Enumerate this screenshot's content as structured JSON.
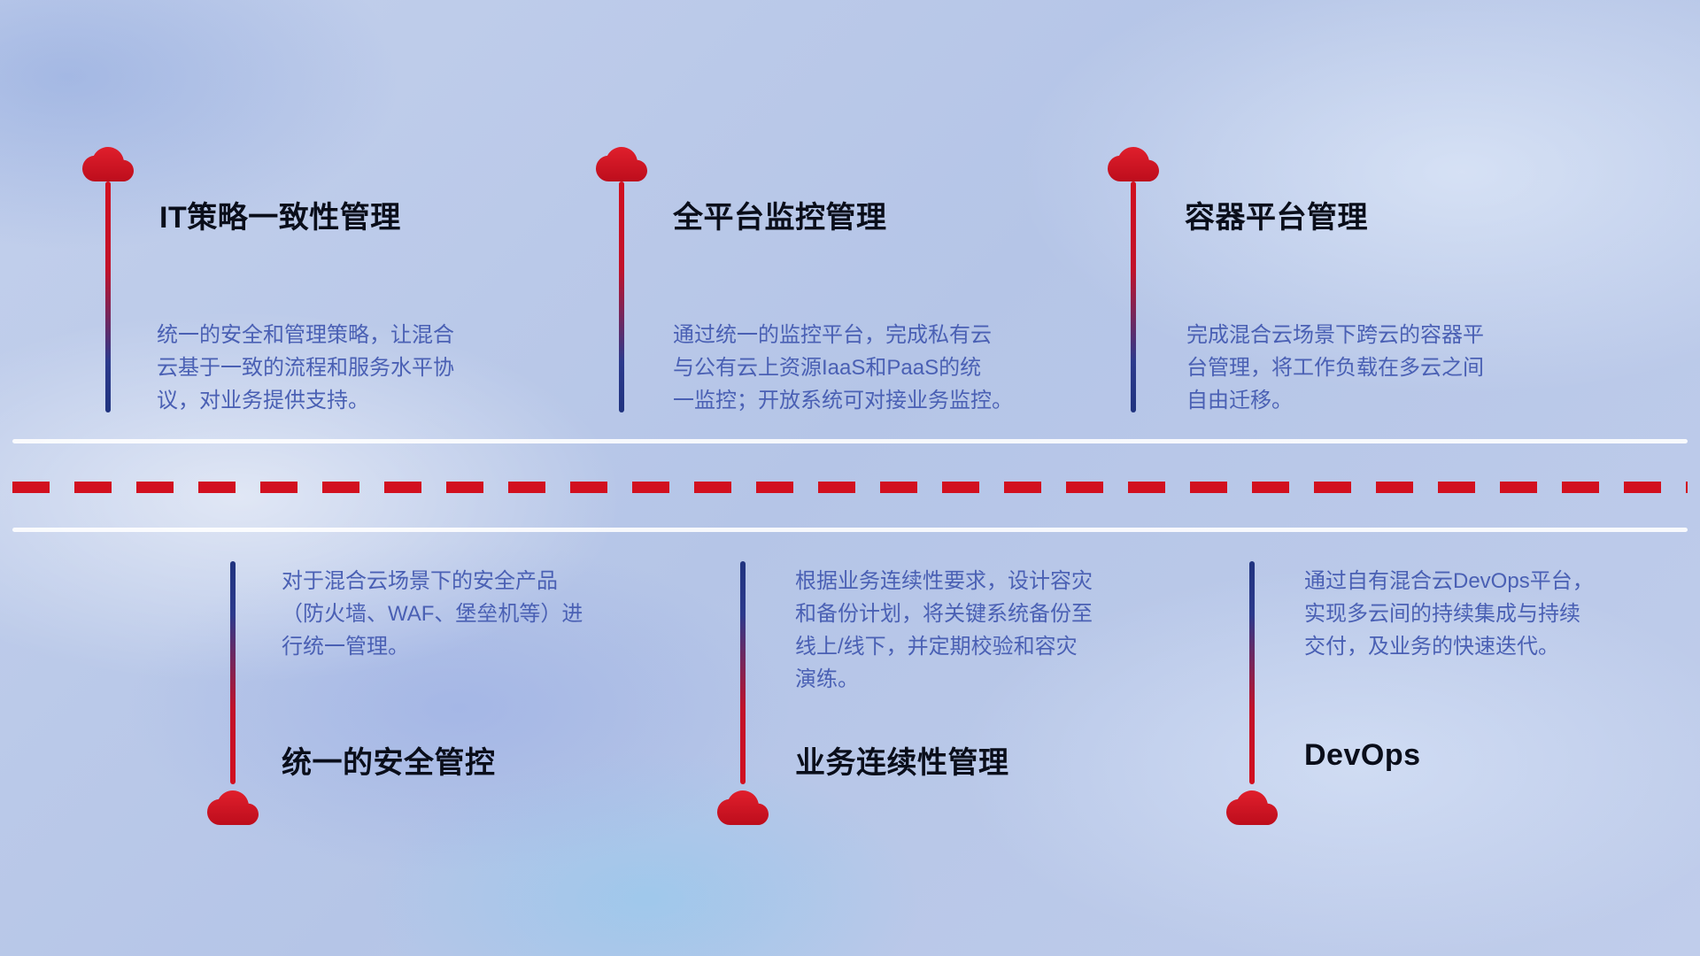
{
  "colors": {
    "accent_red": "#d2101f",
    "line_blue": "#20337f",
    "title_text": "#0a0e1a",
    "description_text": "#4a60b4",
    "divider_white": "#ffffff"
  },
  "top_items": [
    {
      "title": "IT策略一致性管理",
      "description": "统一的安全和管理策略，让混合\n云基于一致的流程和服务水平协\n议，对业务提供支持。"
    },
    {
      "title": "全平台监控管理",
      "description": "通过统一的监控平台，完成私有云\n与公有云上资源IaaS和PaaS的统\n一监控；开放系统可对接业务监控。"
    },
    {
      "title": "容器平台管理",
      "description": "完成混合云场景下跨云的容器平\n台管理，将工作负载在多云之间\n自由迁移。"
    }
  ],
  "bottom_items": [
    {
      "title": "统一的安全管控",
      "description": "对于混合云场景下的安全产品\n（防火墙、WAF、堡垒机等）进\n行统一管理。"
    },
    {
      "title": "业务连续性管理",
      "description": "根据业务连续性要求，设计容灾\n和备份计划，将关键系统备份至\n线上/线下，并定期校验和容灾\n演练。"
    },
    {
      "title": "DevOps",
      "description": "通过自有混合云DevOps平台，\n实现多云间的持续集成与持续\n交付，及业务的快速迭代。"
    }
  ]
}
